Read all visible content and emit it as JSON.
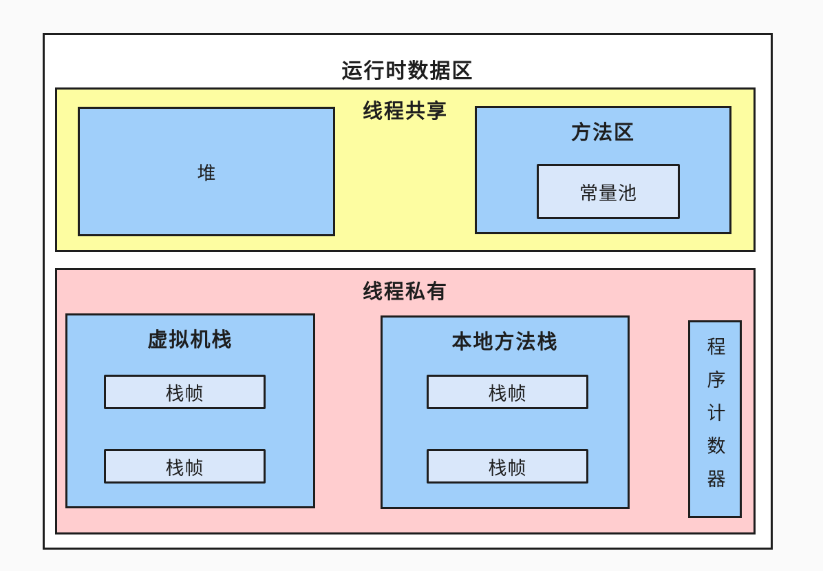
{
  "colors": {
    "page_bg": "#fafafa",
    "line": "#1e1e1e",
    "region_yellow": "#fdfda1",
    "region_pink": "#ffcdcf",
    "box_blue": "#a0cffa",
    "box_light_blue": "#d9e7fa",
    "text": "#1e1e1e"
  },
  "diagram": {
    "title": "运行时数据区",
    "thread_shared": {
      "label": "线程共享",
      "heap_label": "堆",
      "method_area_label": "方法区",
      "constant_pool_label": "常量池"
    },
    "thread_private": {
      "label": "线程私有",
      "vm_stack": {
        "label": "虚拟机栈",
        "frames": [
          "栈帧",
          "栈帧"
        ]
      },
      "native_method_stack": {
        "label": "本地方法栈",
        "frames": [
          "栈帧",
          "栈帧"
        ]
      },
      "program_counter": {
        "label": "程序计数器"
      }
    }
  }
}
